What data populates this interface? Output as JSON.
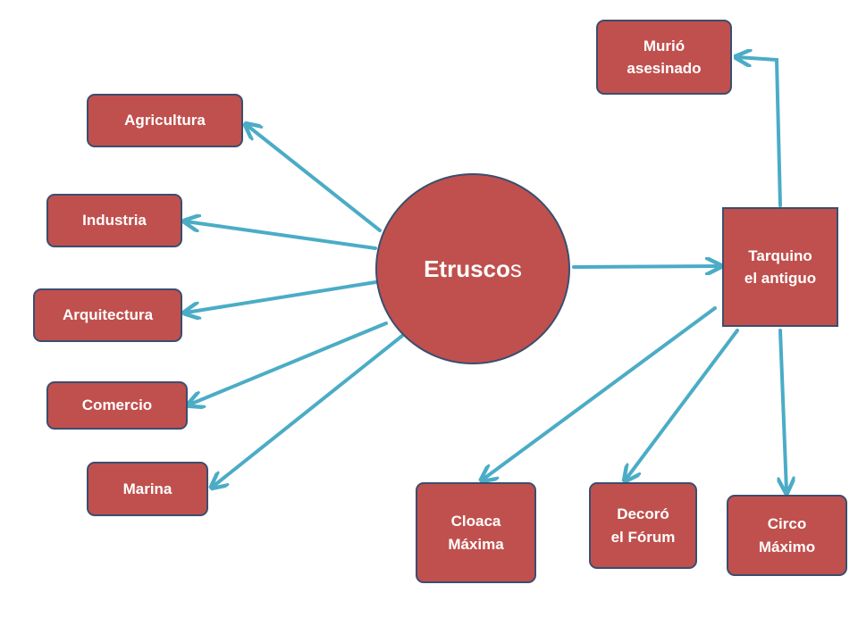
{
  "center": {
    "label_bold": "Etrusco",
    "label_rest": "s"
  },
  "left_nodes": {
    "agricultura": "Agricultura",
    "industria": "Industria",
    "arquitectura": "Arquitectura",
    "comercio": "Comercio",
    "marina": "Marina"
  },
  "right_nodes": {
    "tarquino": "Tarquino\nel  antiguo",
    "murio": "Murió\nasesinado",
    "cloaca": "Cloaca\nMáxima",
    "decoro": "Decoró\nel Fórum",
    "circo": "Circo\nMáximo"
  },
  "colors": {
    "node_fill": "#c0504d",
    "node_border": "#3b4e6e",
    "arrow": "#4bacc6"
  }
}
